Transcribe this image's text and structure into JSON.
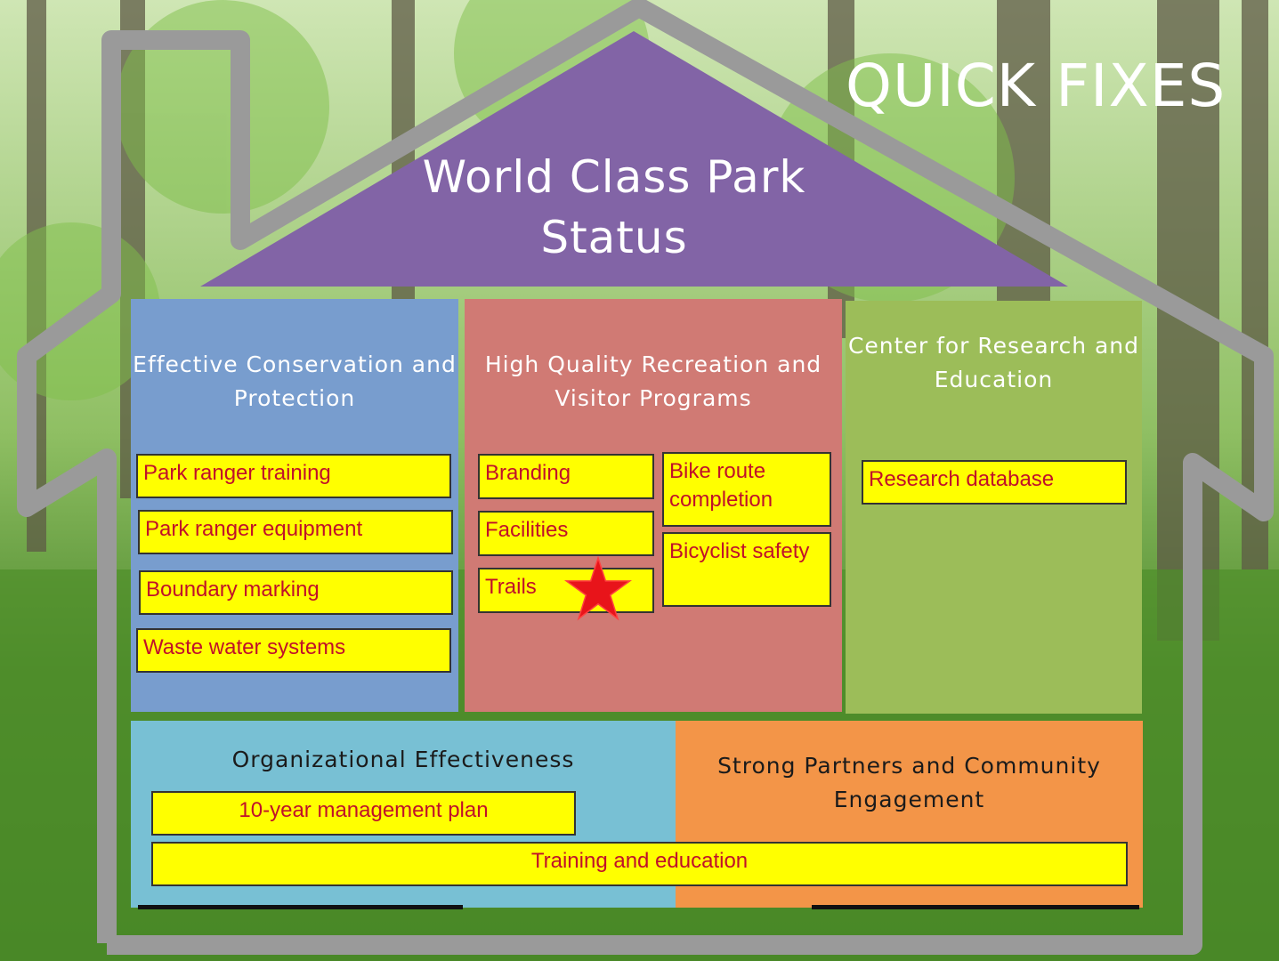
{
  "slide_title": "QUICK FIXES",
  "roof": {
    "line1": "World Class Park",
    "line2": "Status"
  },
  "pillars": {
    "conservation": {
      "title_l1": "Effective Conservation and",
      "title_l2": "Protection",
      "items": [
        "Park ranger training",
        "Park ranger equipment",
        "Boundary marking",
        "Waste water systems"
      ]
    },
    "recreation": {
      "title_l1": "High Quality Recreation and",
      "title_l2": "Visitor Programs",
      "items": [
        "Branding",
        "Facilities",
        "Trails"
      ],
      "items_right": [
        "Bike route completion",
        "Bicyclist safety"
      ]
    },
    "research": {
      "title_l1": "Center for Research and",
      "title_l2": "Education",
      "items": [
        "Research database"
      ]
    }
  },
  "foundation": {
    "org": {
      "title": "Organizational Effectiveness",
      "item": "10-year management plan"
    },
    "partners": {
      "title_l1": "Strong Partners and Community",
      "title_l2": "Engagement"
    },
    "shared_item": "Training and education"
  },
  "colors": {
    "roof": "#8264a6",
    "conservation": "#789dce",
    "recreation": "#d07a74",
    "research": "#9cbd59",
    "org": "#78c0d4",
    "partners": "#f39548",
    "highlight": "#ffff00"
  },
  "icons": [
    "house-outline-icon",
    "star-icon"
  ]
}
